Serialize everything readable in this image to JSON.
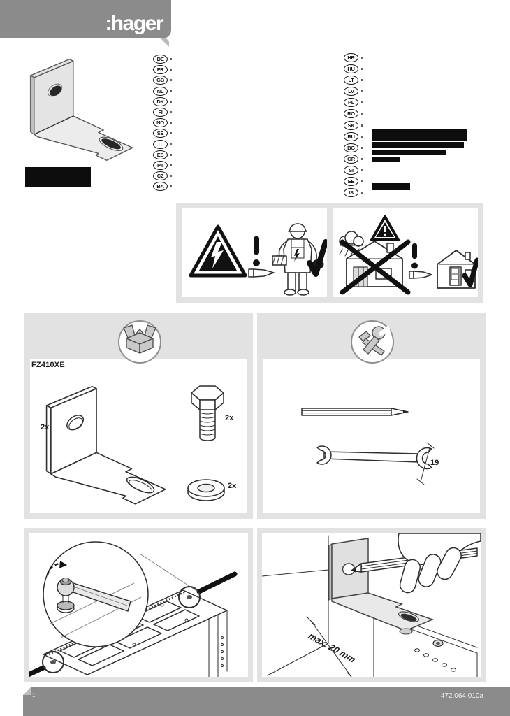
{
  "header": {
    "logo_text": ":hager"
  },
  "languages": {
    "left": [
      "DE",
      "FR",
      "GB",
      "NL",
      "DK",
      "FI",
      "NO",
      "SE",
      "IT",
      "ES",
      "PT",
      "CZ",
      "BA"
    ],
    "right": [
      "HR",
      "HU",
      "LT",
      "LV",
      "PL",
      "RO",
      "SK",
      "RU",
      "BG",
      "GR",
      "SI",
      "EE",
      "IS"
    ]
  },
  "panels": {
    "contents": {
      "icon": "open-box-icon",
      "product_ref": "FZ410XE",
      "items": [
        {
          "name": "angle-bracket",
          "qty": "2x"
        },
        {
          "name": "hex-bolt",
          "qty": "2x"
        },
        {
          "name": "washer",
          "qty": "2x"
        }
      ]
    },
    "tools": {
      "icon": "tools-icon",
      "items": [
        {
          "name": "pencil"
        },
        {
          "name": "open-end-wrench",
          "size": "19"
        }
      ]
    },
    "step_marking": {
      "dimension_label": "max. 20 mm"
    }
  },
  "footer": {
    "page_number": "1",
    "document_ref": "472.064.010a"
  },
  "colors": {
    "bar_gray": "#8b8b8b",
    "panel_gray": "#e2e2e2",
    "ink": "#2e2e2e"
  }
}
